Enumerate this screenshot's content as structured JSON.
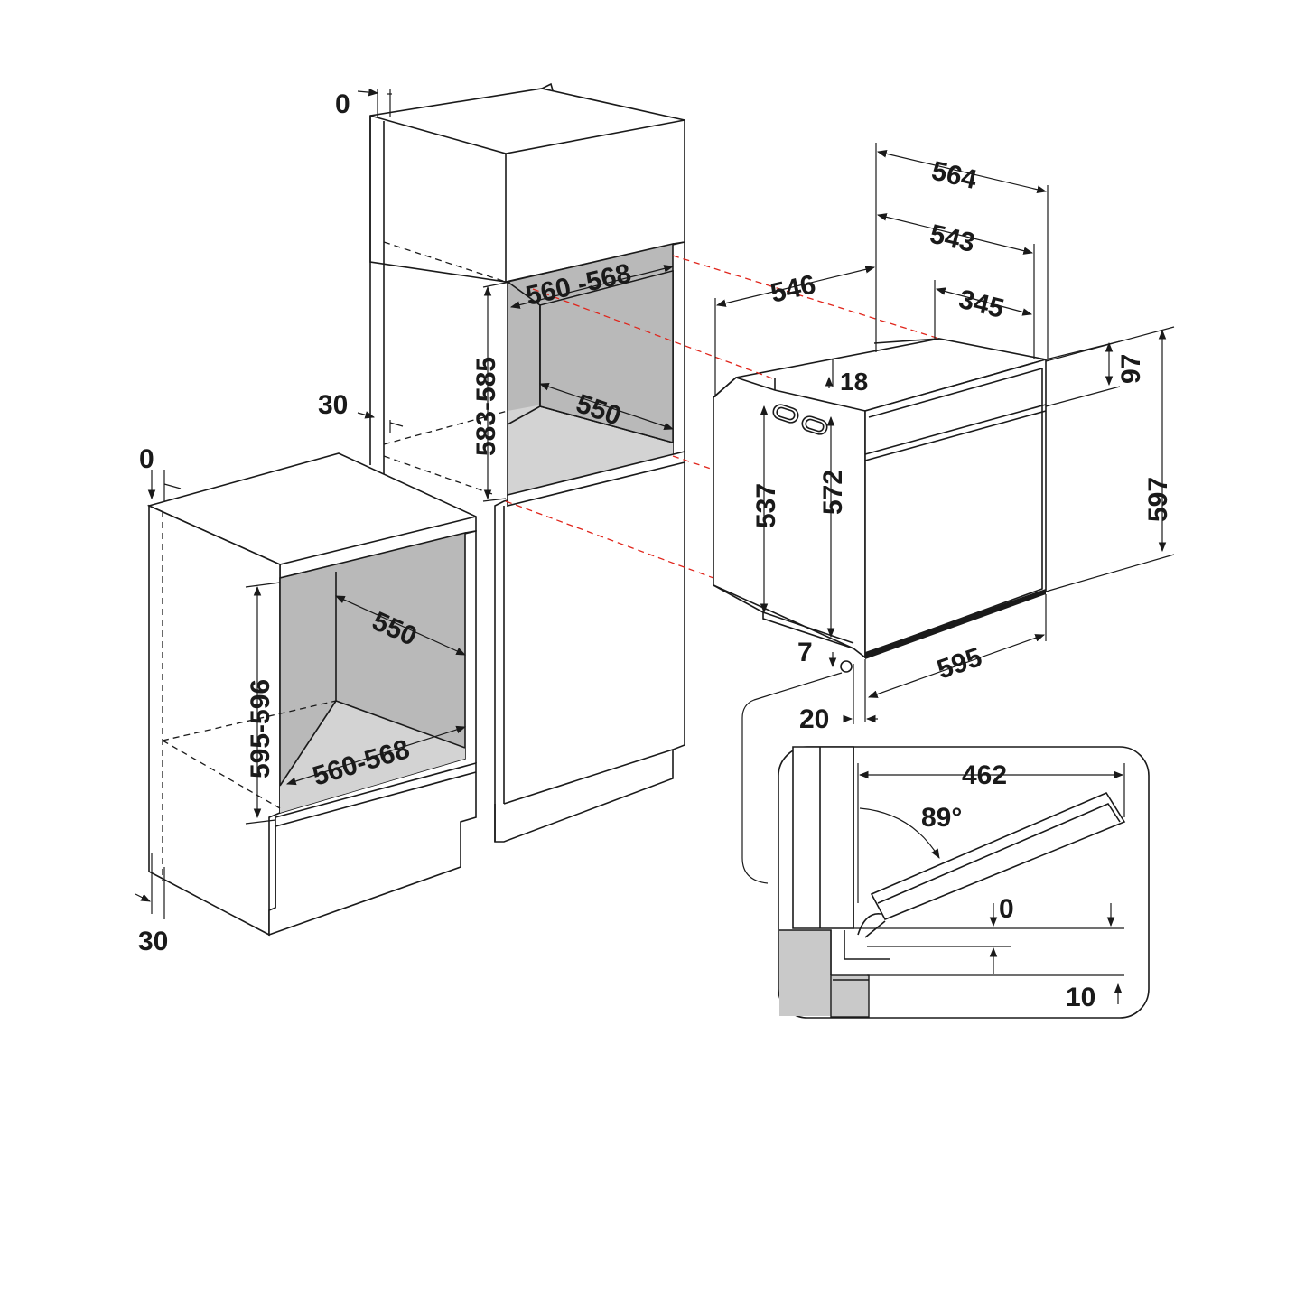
{
  "colors": {
    "line": "#1a1a1a",
    "cavity": "#b9b9b9",
    "alignment_guide": "#e0261c",
    "background": "#ffffff"
  },
  "tall_cabinet": {
    "top_gap": "0",
    "side_gap": "30",
    "niche_width": "560 -568",
    "niche_depth": "550",
    "niche_height": "583-585"
  },
  "base_cabinet": {
    "top_gap": "0",
    "back_gap": "30",
    "niche_depth": "550",
    "niche_height": "595-596",
    "niche_width": "560-568"
  },
  "oven": {
    "overall_depth": "564",
    "body_depth": "543",
    "body_depth_front": "546",
    "top_offset_depth": "345",
    "top_recess": "18",
    "panel_height": "97",
    "overall_height": "597",
    "body_height": "572",
    "rear_height": "537",
    "bottom_gap": "7",
    "front_width": "595",
    "door_thickness": "20"
  },
  "door_detail": {
    "door_length": "462",
    "open_angle": "89°",
    "upper_clearance": "0",
    "lower_clearance": "10"
  }
}
